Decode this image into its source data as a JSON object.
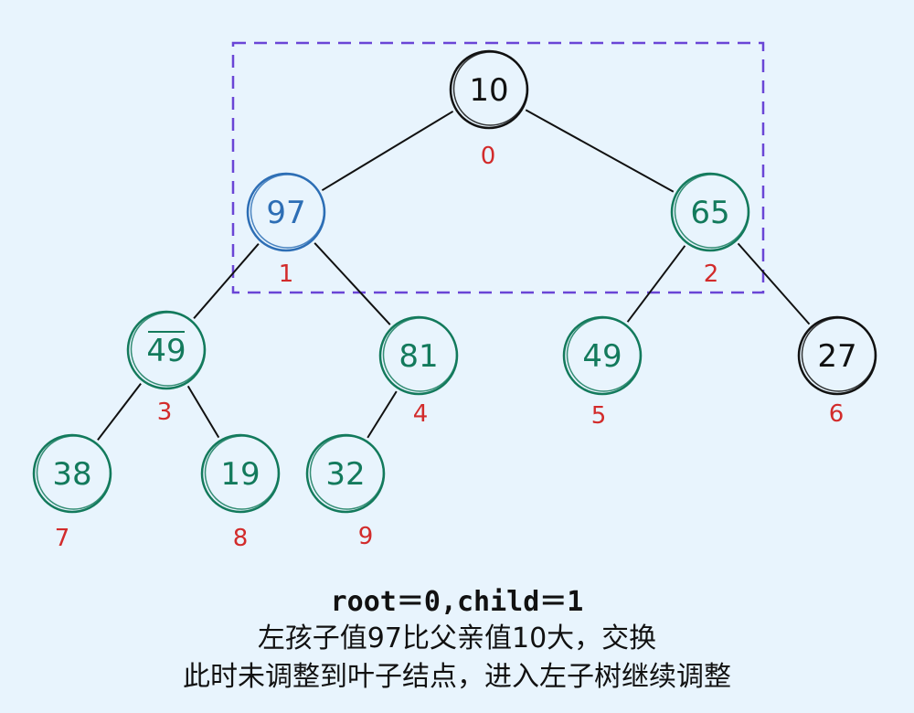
{
  "colors": {
    "black": "#111111",
    "blue": "#2d6eb5",
    "green": "#137a5c",
    "index_red": "#d22b2b",
    "box_purple": "#6a45d6",
    "background": "#e8f4fd"
  },
  "tree": {
    "nodes": [
      {
        "id": "n0",
        "value": "10",
        "index": "0",
        "color": "black"
      },
      {
        "id": "n1",
        "value": "97",
        "index": "1",
        "color": "blue"
      },
      {
        "id": "n2",
        "value": "65",
        "index": "2",
        "color": "green"
      },
      {
        "id": "n3",
        "value": "49",
        "index": "3",
        "color": "green",
        "overline": true
      },
      {
        "id": "n4",
        "value": "81",
        "index": "4",
        "color": "green"
      },
      {
        "id": "n5",
        "value": "49",
        "index": "5",
        "color": "green"
      },
      {
        "id": "n6",
        "value": "27",
        "index": "6",
        "color": "black"
      },
      {
        "id": "n7",
        "value": "38",
        "index": "7",
        "color": "green"
      },
      {
        "id": "n8",
        "value": "19",
        "index": "8",
        "color": "green"
      },
      {
        "id": "n9",
        "value": "32",
        "index": "9",
        "color": "green"
      }
    ],
    "edges": [
      [
        "n0",
        "n1"
      ],
      [
        "n0",
        "n2"
      ],
      [
        "n1",
        "n3"
      ],
      [
        "n1",
        "n4"
      ],
      [
        "n2",
        "n5"
      ],
      [
        "n2",
        "n6"
      ],
      [
        "n3",
        "n7"
      ],
      [
        "n3",
        "n8"
      ],
      [
        "n4",
        "n9"
      ]
    ]
  },
  "caption": {
    "line1": "root＝0,child＝1",
    "line2": "左孩子值97比父亲值10大，交换",
    "line3": "此时未调整到叶子结点，进入左子树继续调整"
  }
}
